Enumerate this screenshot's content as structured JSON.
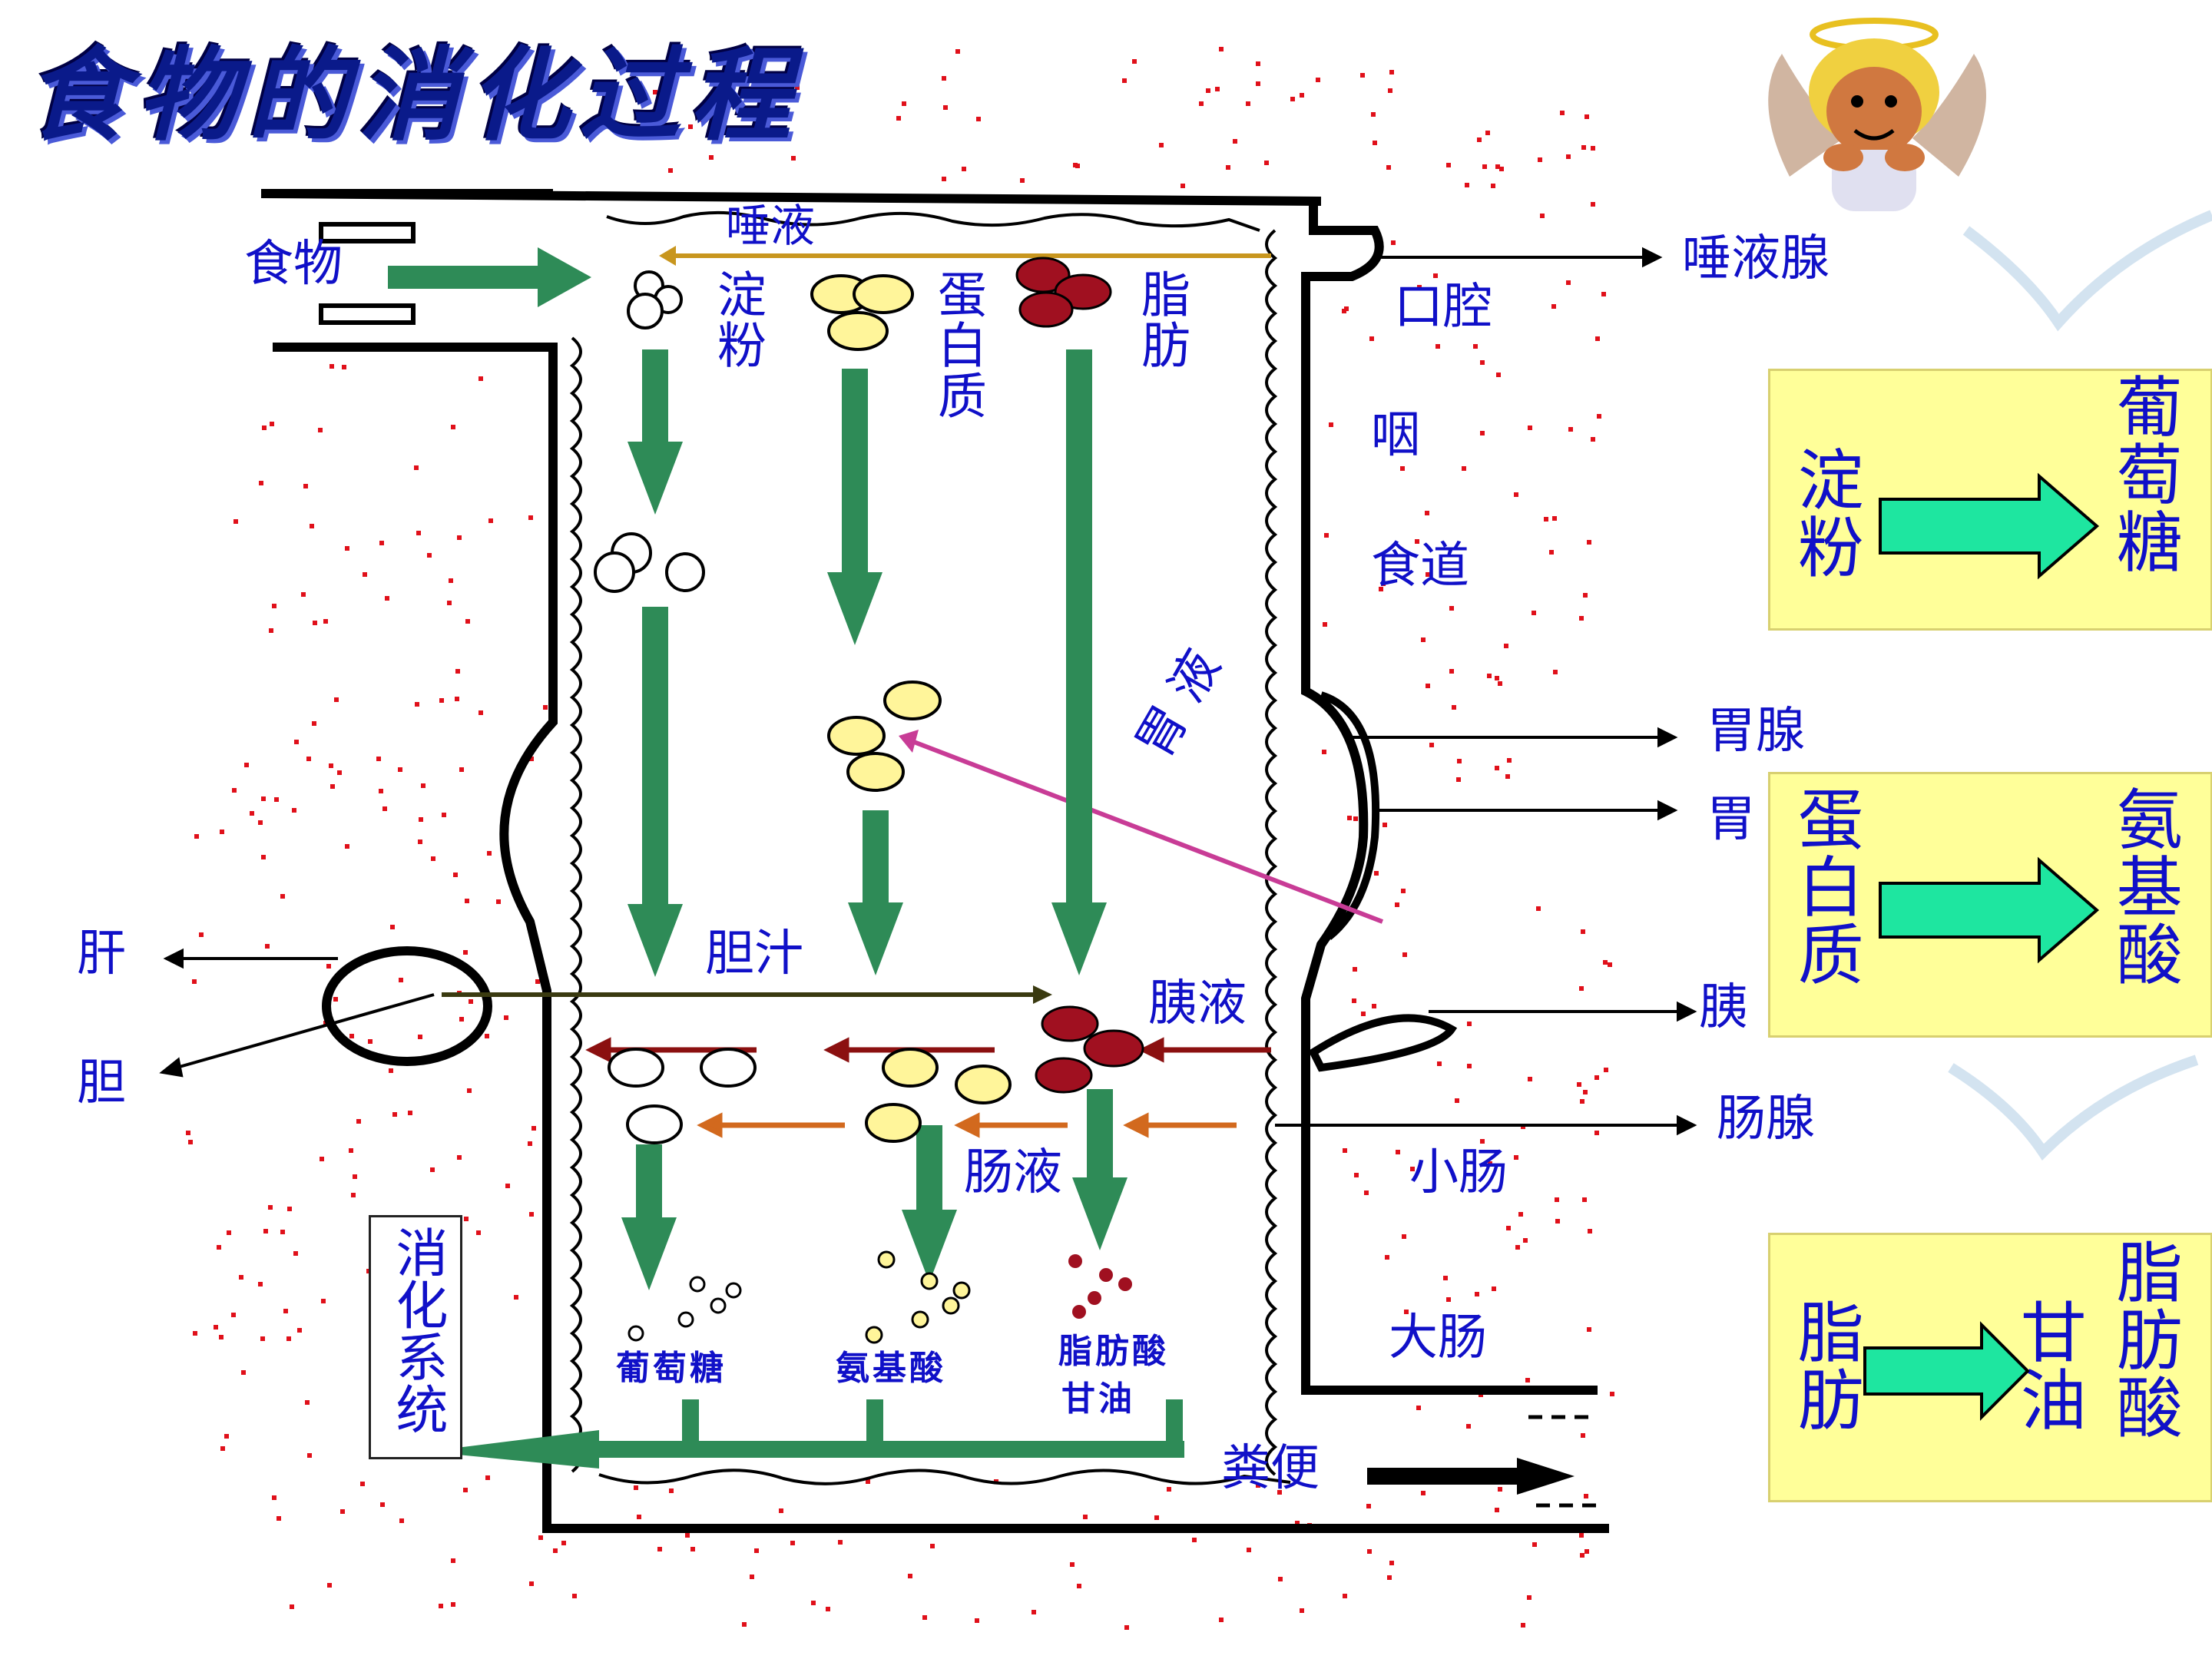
{
  "title": "食物的消化过程",
  "diagram": {
    "organs": {
      "salivary_gland": "唾液腺",
      "mouth": "口腔",
      "pharynx": "咽",
      "esophagus": "食道",
      "gastric_gland": "胃腺",
      "stomach": "胃",
      "pancreas": "胰",
      "intestinal_gland": "肠腺",
      "small_intestine": "小肠",
      "large_intestine": "大肠",
      "liver": "肝",
      "gallbladder": "胆",
      "feces": "粪便",
      "food": "食物"
    },
    "nutrients": {
      "starch": "淀粉",
      "protein": "蛋白质",
      "fat": "脂肪"
    },
    "juices": {
      "saliva": "唾液",
      "gastric_juice": "胃液",
      "bile": "胆汁",
      "pancreatic_juice": "胰液",
      "intestinal_juice": "肠液"
    },
    "products": {
      "glucose": "葡萄糖",
      "amino_acid": "氨基酸",
      "fatty_acid": "脂肪酸",
      "glycerol": "甘油"
    },
    "system_label": "消化系统"
  },
  "summary": [
    {
      "from": "淀粉",
      "to": [
        "葡萄糖"
      ]
    },
    {
      "from": "蛋白质",
      "to": [
        "氨基酸"
      ]
    },
    {
      "from": "脂肪",
      "to": [
        "甘油",
        "脂肪酸"
      ]
    }
  ],
  "colors": {
    "title": "#0a1a8a",
    "label": "#1010c8",
    "arrow_green": "#2e8b57",
    "fat_red": "#a01020",
    "protein_yellow": "#fff59a",
    "bile_line": "#3a3a10",
    "saliva_line": "#c8961e",
    "gastric_line": "#c83c96",
    "summary_arrow": "#1ee6a0",
    "box_fill": "#ffff99",
    "speckle": "#e0101a"
  }
}
